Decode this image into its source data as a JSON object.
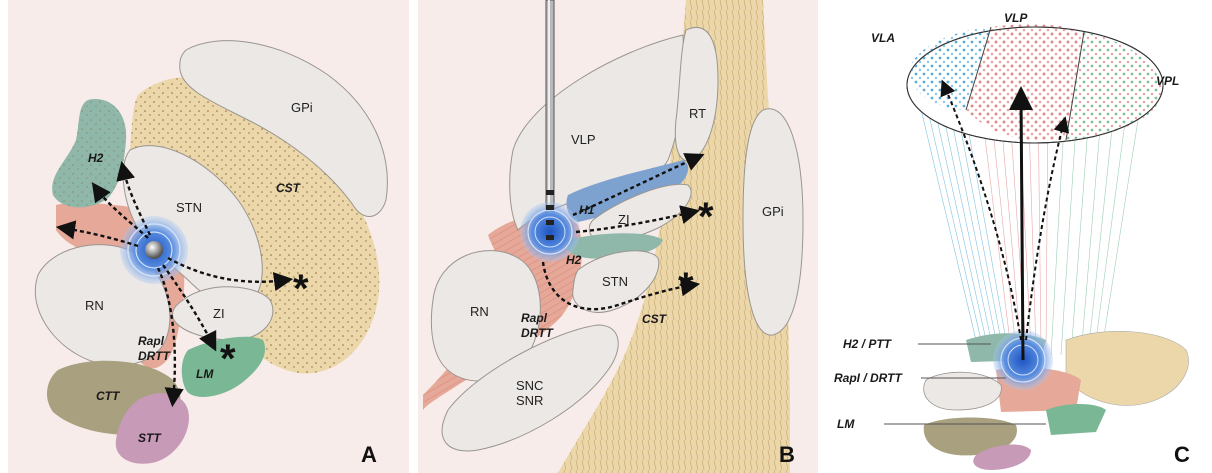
{
  "panels": {
    "a": {
      "letter": "A",
      "labels": {
        "gpi": "GPi",
        "cst": "CST",
        "stn": "STN",
        "h2": "H2",
        "rn": "RN",
        "zi": "ZI",
        "rapl": "Rapl",
        "drtt": "DRTT",
        "lm": "LM",
        "ctt": "CTT",
        "stt": "STT"
      },
      "stars": [
        "*",
        "*"
      ]
    },
    "b": {
      "letter": "B",
      "labels": {
        "vlp": "VLP",
        "rt": "RT",
        "h1": "H1",
        "zi": "ZI",
        "gpi": "GPi",
        "h2": "H2",
        "stn": "STN",
        "rn": "RN",
        "rapl": "Rapl",
        "drtt": "DRTT",
        "cst": "CST",
        "snc": "SNC",
        "snr": "SNR"
      },
      "stars": [
        "*",
        "*"
      ]
    },
    "c": {
      "letter": "C",
      "labels": {
        "vla": "VLA",
        "vlp": "VLP",
        "vpl": "VPL",
        "h2_ptt": "H2 / PTT",
        "rapl_drtt": "RapI / DRTT",
        "lm": "LM"
      }
    }
  },
  "colors": {
    "panel_bg": "#f7ece9",
    "grey_nucleus": "#ebe8e6",
    "cst": "#ecd7aa",
    "red_tract": "#e6a898",
    "h2_green": "#8fb8aa",
    "lm_green": "#79b795",
    "ctt_olive": "#a8a07e",
    "stt_purple": "#c79ab8",
    "h1_blue": "#7ea2cf",
    "electrode_blue": "#2a64c8"
  }
}
